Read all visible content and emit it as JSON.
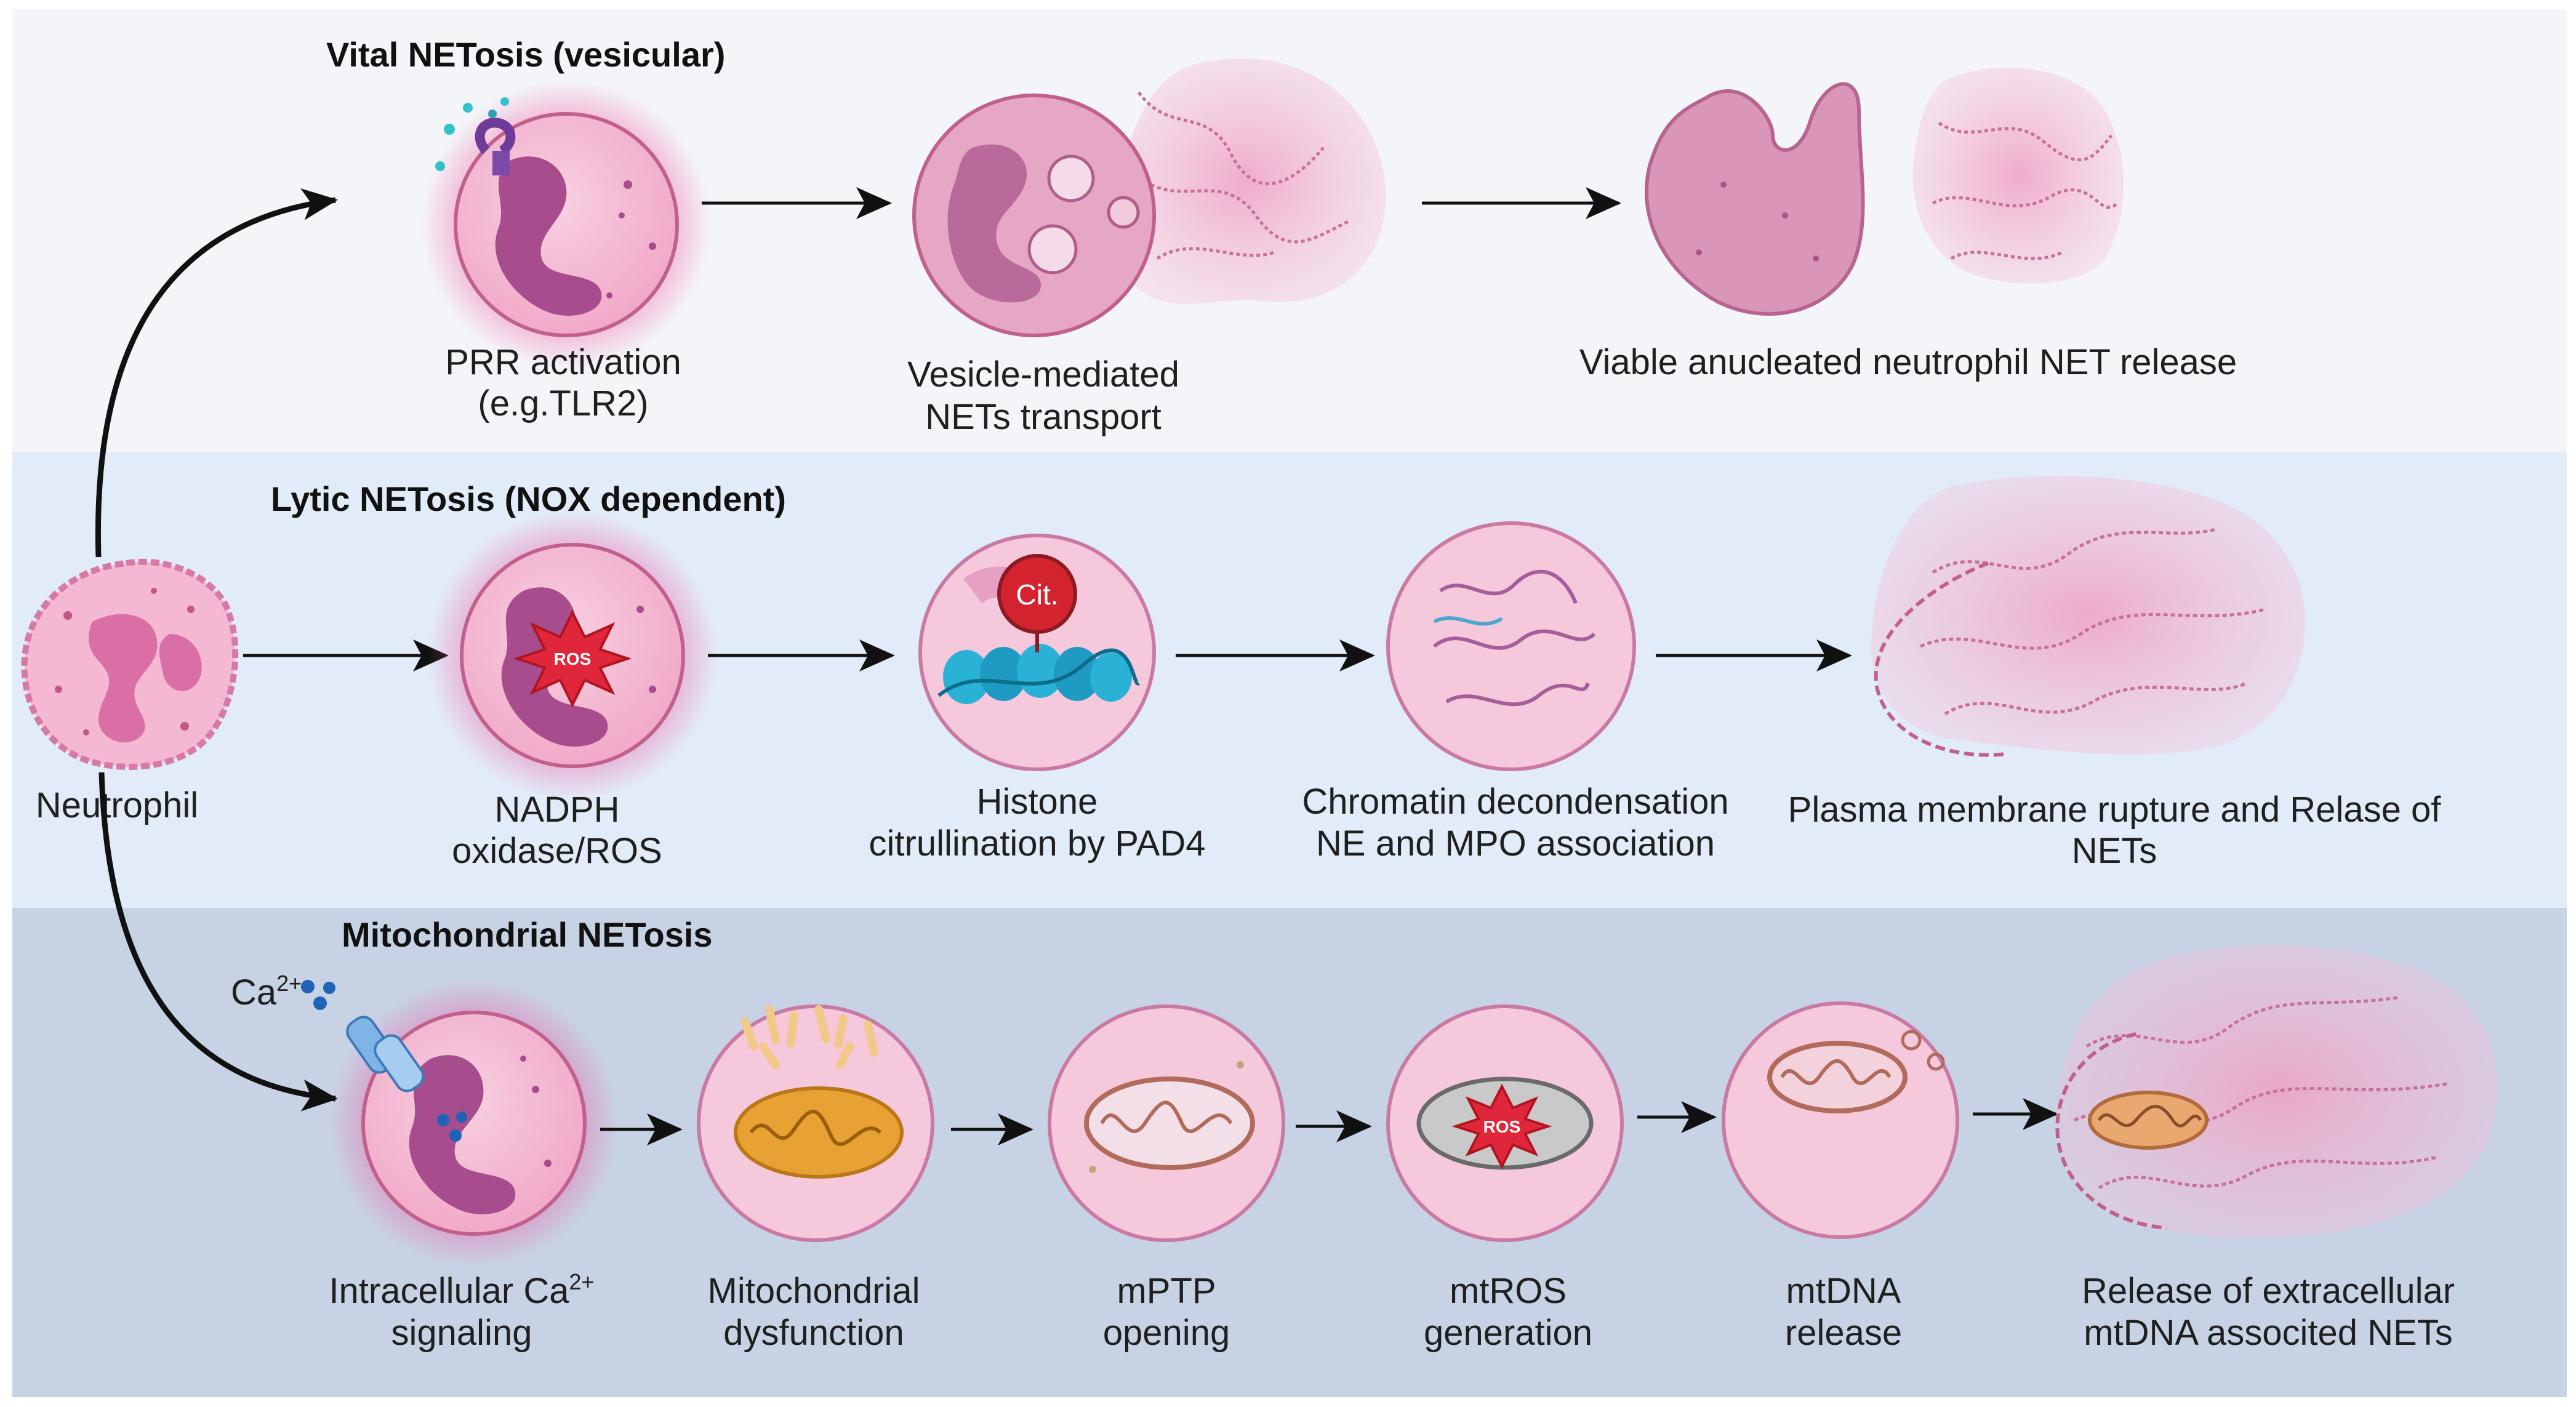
{
  "colors": {
    "band_top": "#f3f5f9",
    "band_middle": "#e2ebf8",
    "band_bottom": "#c7d3e5",
    "cell_fill": "#f2b3cf",
    "cell_edge": "#c2608d",
    "nucleus": "#a74c8c",
    "net_pink": "#e79bbd",
    "ros_red": "#e0263a",
    "histone_blue": "#2ab1d6",
    "mito_orange": "#e8a233",
    "arrow": "#111111"
  },
  "sections": {
    "vital": {
      "title": "Vital NETosis (vesicular)",
      "steps": [
        {
          "line1": "PRR activation",
          "line2": "(e.g.TLR2)"
        },
        {
          "line1": "Vesicle-mediated",
          "line2": "NETs transport"
        },
        {
          "line1": "Viable anucleated neutrophil NET release",
          "line2": ""
        }
      ]
    },
    "lytic": {
      "title": "Lytic NETosis (NOX dependent)",
      "steps": [
        {
          "line1": "NADPH",
          "line2": "oxidase/ROS"
        },
        {
          "line1": "Histone",
          "line2": "citrullination by PAD4"
        },
        {
          "line1": "Chromatin decondensation",
          "line2": "NE and MPO association"
        },
        {
          "line1": "Plasma membrane rupture and Relase of",
          "line2": "NETs"
        }
      ],
      "ros_label": "ROS",
      "cit_label": "Cit."
    },
    "mito": {
      "title": "Mitochondrial NETosis",
      "ion_label": "Ca",
      "ion_sup": "2+",
      "step1_line1_a": "Intracellular Ca",
      "step1_line1_sup": "2+",
      "step1_line2": "signaling",
      "steps": [
        {
          "line1": "Mitochondrial",
          "line2": "dysfunction"
        },
        {
          "line1": "mPTP",
          "line2": "opening"
        },
        {
          "line1": "mtROS",
          "line2": "generation"
        },
        {
          "line1": "mtDNA",
          "line2": "release"
        },
        {
          "line1": "Release of extracellular",
          "line2": "mtDNA associted NETs"
        }
      ],
      "ros_label": "ROS"
    }
  },
  "neutrophil_label": "Neutrophil"
}
